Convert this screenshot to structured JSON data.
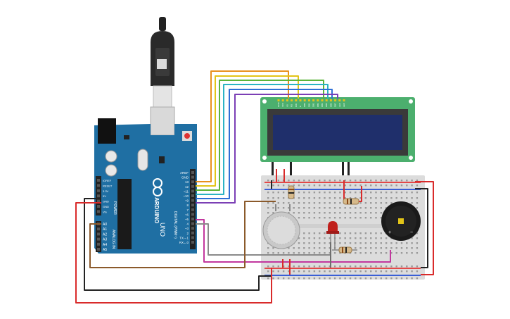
{
  "arduino": {
    "brand": "ARDUINO",
    "model": "UNO",
    "power_header_label": "POWER",
    "analog_header_label": "ANALOG IN",
    "digital_header_label": "DIGITAL (PWM~)",
    "power_pins": [
      "IOREF",
      "RESET",
      "3.3V",
      "5V",
      "GND",
      "GND",
      "Vin"
    ],
    "analog_pins": [
      "A0",
      "A1",
      "A2",
      "A3",
      "A4",
      "A5"
    ],
    "digital_pins": [
      "AREF",
      "GND",
      "13",
      "12",
      "~11",
      "~10",
      "~9",
      "8",
      "7",
      "~6",
      "~5",
      "4",
      "~3",
      "2",
      "TX→1",
      "RX←0"
    ]
  },
  "lcd": {
    "pin_labels": [
      "GND",
      "VCC",
      "V0",
      "RS",
      "RW",
      "E",
      "DB0",
      "DB1",
      "DB2",
      "DB3",
      "DB4",
      "DB5",
      "DB6",
      "DB7",
      "LED",
      "LED"
    ]
  },
  "colors": {
    "board": "#1f6fa3",
    "lcd_pcb": "#4caf6e",
    "lcd_screen": "#1f2f6b",
    "wire_red": "#d92b2b",
    "wire_black": "#222222",
    "wire_brown": "#8b5a2b",
    "wire_orange": "#e8901e",
    "wire_yellow": "#e2c418",
    "wire_green": "#5bb33a",
    "wire_cyan": "#2bb3c4",
    "wire_blue": "#2e6fd6",
    "wire_purple": "#7b3fb5",
    "wire_magenta": "#c2379e",
    "wire_gray": "#8a8a8a",
    "led_red": "#c0201c"
  }
}
